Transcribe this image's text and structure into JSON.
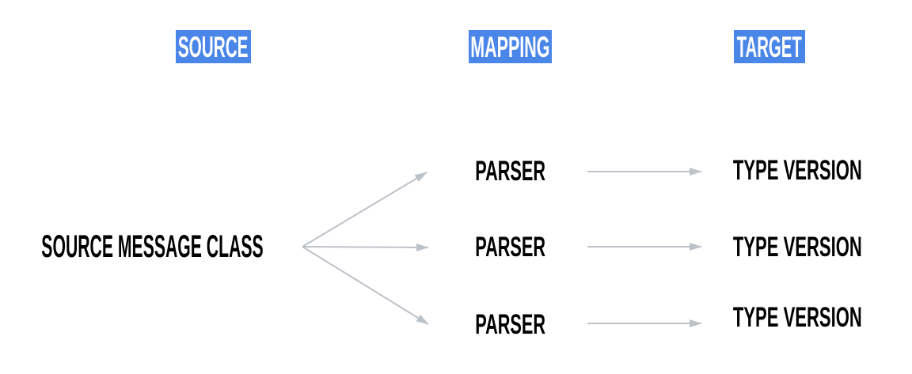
{
  "diagram": {
    "headers": [
      {
        "id": "source",
        "label": "SOURCE"
      },
      {
        "id": "mapping",
        "label": "MAPPING"
      },
      {
        "id": "target",
        "label": "TARGET"
      }
    ],
    "source_node": {
      "label": "SOURCE MESSAGE CLASS"
    },
    "rows": [
      {
        "parser": "PARSER",
        "target": "TYPE VERSION"
      },
      {
        "parser": "PARSER",
        "target": "TYPE VERSION"
      },
      {
        "parser": "PARSER",
        "target": "TYPE VERSION"
      }
    ],
    "icons": [
      {
        "name": "fan-arrow-icon",
        "meaning": "arrow from source message class to each parser"
      },
      {
        "name": "flow-arrow-icon",
        "meaning": "arrow from parser to type version"
      }
    ],
    "colors": {
      "header_bg": "#4a86e8",
      "header_text": "#ffffff",
      "text": "#000000",
      "arrow": "#bdc2c9",
      "background": "#ffffff"
    }
  }
}
